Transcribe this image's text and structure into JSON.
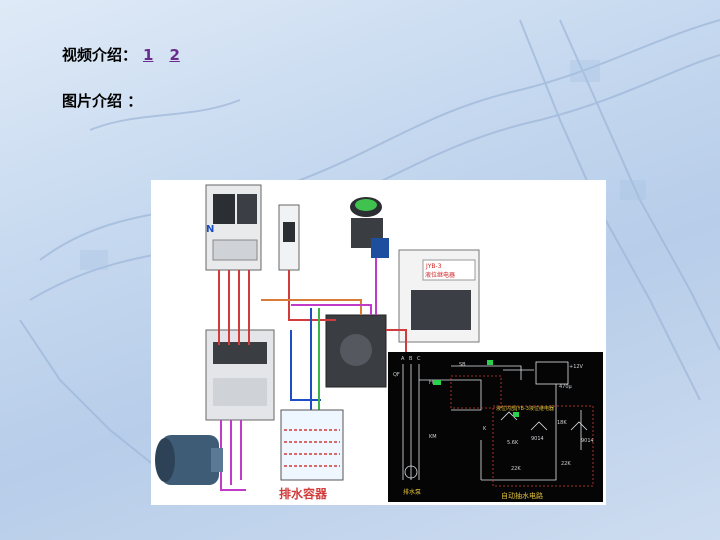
{
  "slide": {
    "video_label": "视频介绍：",
    "video_links": [
      "1",
      "2"
    ],
    "image_label": "图片介绍 ："
  },
  "figure": {
    "breaker_mark": "N",
    "container_label": "排水容器",
    "schematic_title": "自动抽水电路",
    "pump_label": "排水泵",
    "relay_face_label": "液位继电器",
    "relay_model": "JYB-3",
    "phase_labels": [
      "A",
      "B",
      "C"
    ],
    "schematic_labels": [
      "QF",
      "FU",
      "KM",
      "SB",
      "18K",
      "5.6K",
      "22K",
      "22K",
      "9014",
      "9014",
      "470μ",
      "+12V",
      "K"
    ],
    "schematic_note": "液位内部JYB-3液位继电器"
  }
}
